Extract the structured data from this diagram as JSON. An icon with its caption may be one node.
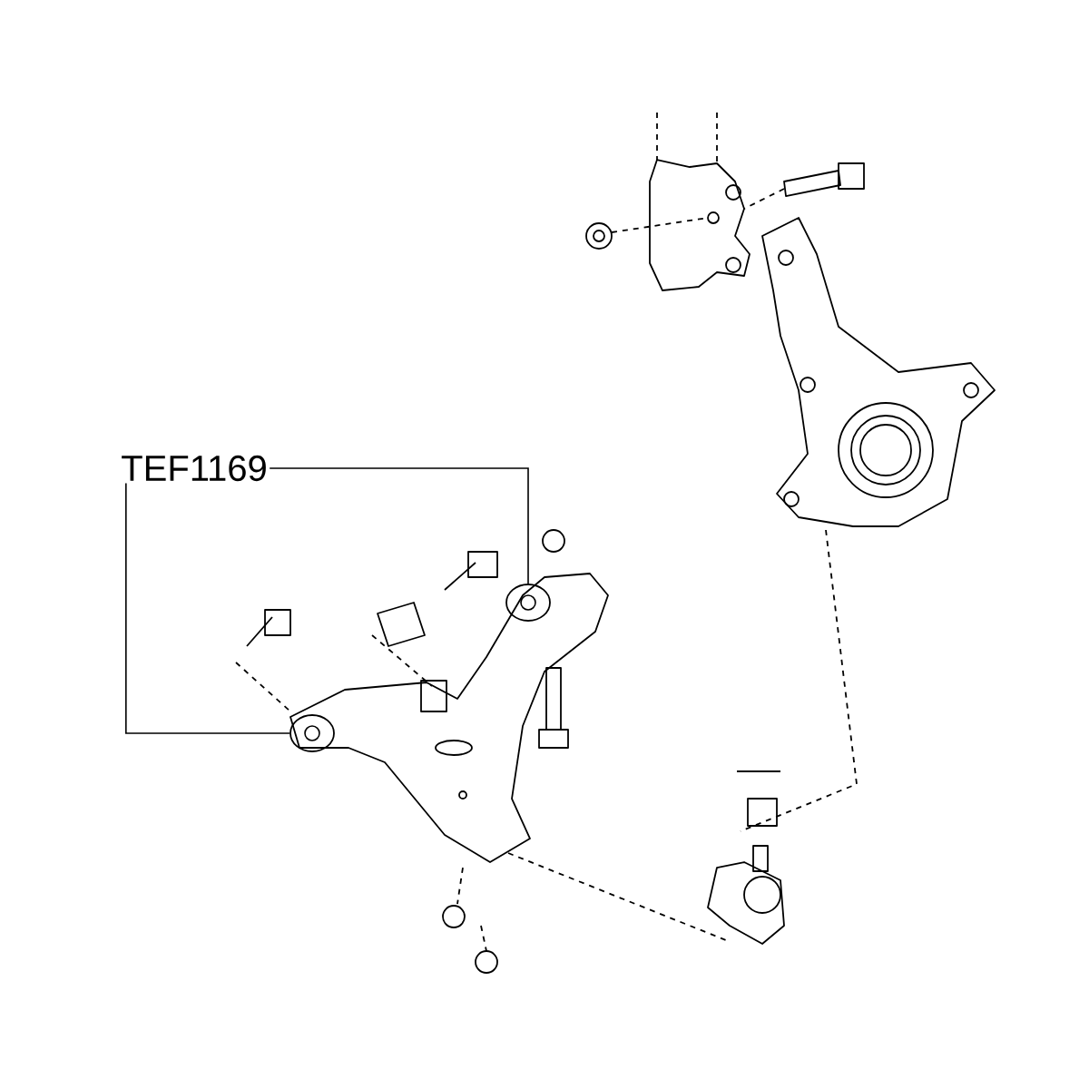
{
  "diagram": {
    "nodes": [
      {
        "text": [
          "TEF1169"
        ]
      },
      {
        "text": [],
        "shape": "picture"
      },
      {
        "text": [],
        "shape": "picture"
      }
    ],
    "edges": [
      {
        "from": 0,
        "to": 1,
        "arrow": "none"
      },
      {
        "from": 0,
        "to": 2,
        "arrow": "none"
      }
    ]
  }
}
